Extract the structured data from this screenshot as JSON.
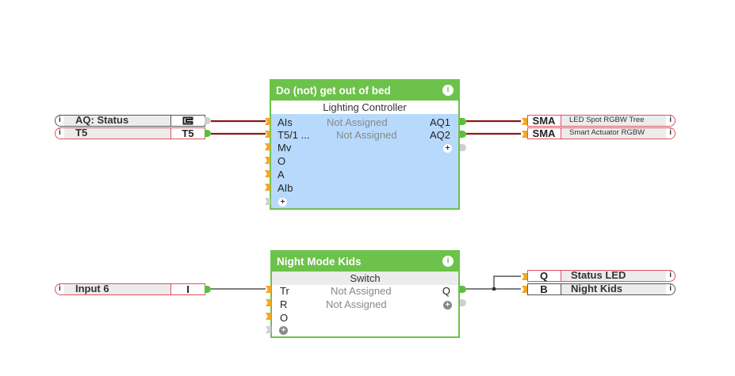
{
  "blocks": {
    "lighting": {
      "title": "Do (not) get out of bed",
      "info_icon": "info-icon",
      "subtitle": "Lighting Controller",
      "inputs": [
        "AIs",
        "T5/1 ...",
        "Mv",
        "O",
        "A",
        "AIb"
      ],
      "input_values": [
        "Not Assigned",
        "Not Assigned"
      ],
      "outputs": [
        "AQ1",
        "AQ2"
      ],
      "add_input_icon": "+",
      "add_output_icon": "+"
    },
    "switch": {
      "title": "Night Mode Kids",
      "info_icon": "info-icon",
      "subtitle": "Switch",
      "inputs": [
        "Tr",
        "R",
        "O"
      ],
      "input_values": [
        "Not Assigned",
        "Not Assigned"
      ],
      "outputs": [
        "Q"
      ],
      "add_input_icon": "+",
      "add_output_icon": "+"
    }
  },
  "inputs": [
    {
      "label": "AQ: Status",
      "cell": "⊑",
      "cell_icon": "memory-flag-icon",
      "info": "i",
      "border": "dark"
    },
    {
      "label": "T5",
      "cell": "T5",
      "info": "i",
      "border": "red"
    },
    {
      "label": "Input 6",
      "cell": "I",
      "info": "i",
      "border": "red"
    }
  ],
  "outputs": [
    {
      "cell": "SMA",
      "label": "LED Spot RGBW Tree",
      "info": "i",
      "border": "red"
    },
    {
      "cell": "SMA",
      "label": "Smart Actuator RGBW",
      "info": "i",
      "border": "red"
    },
    {
      "cell": "Q",
      "label": "Status LED",
      "info": "i",
      "border": "red"
    },
    {
      "cell": "B",
      "label": "Night Kids",
      "info": "i",
      "border": "dark"
    }
  ],
  "colors": {
    "block_green": "#6cc24a",
    "block_body_blue": "#b7dafc",
    "wire_analog": "#8b1a1a",
    "wire_digital": "#333333",
    "input_stub": "#f5a623",
    "io_border_red": "#e0505f"
  }
}
